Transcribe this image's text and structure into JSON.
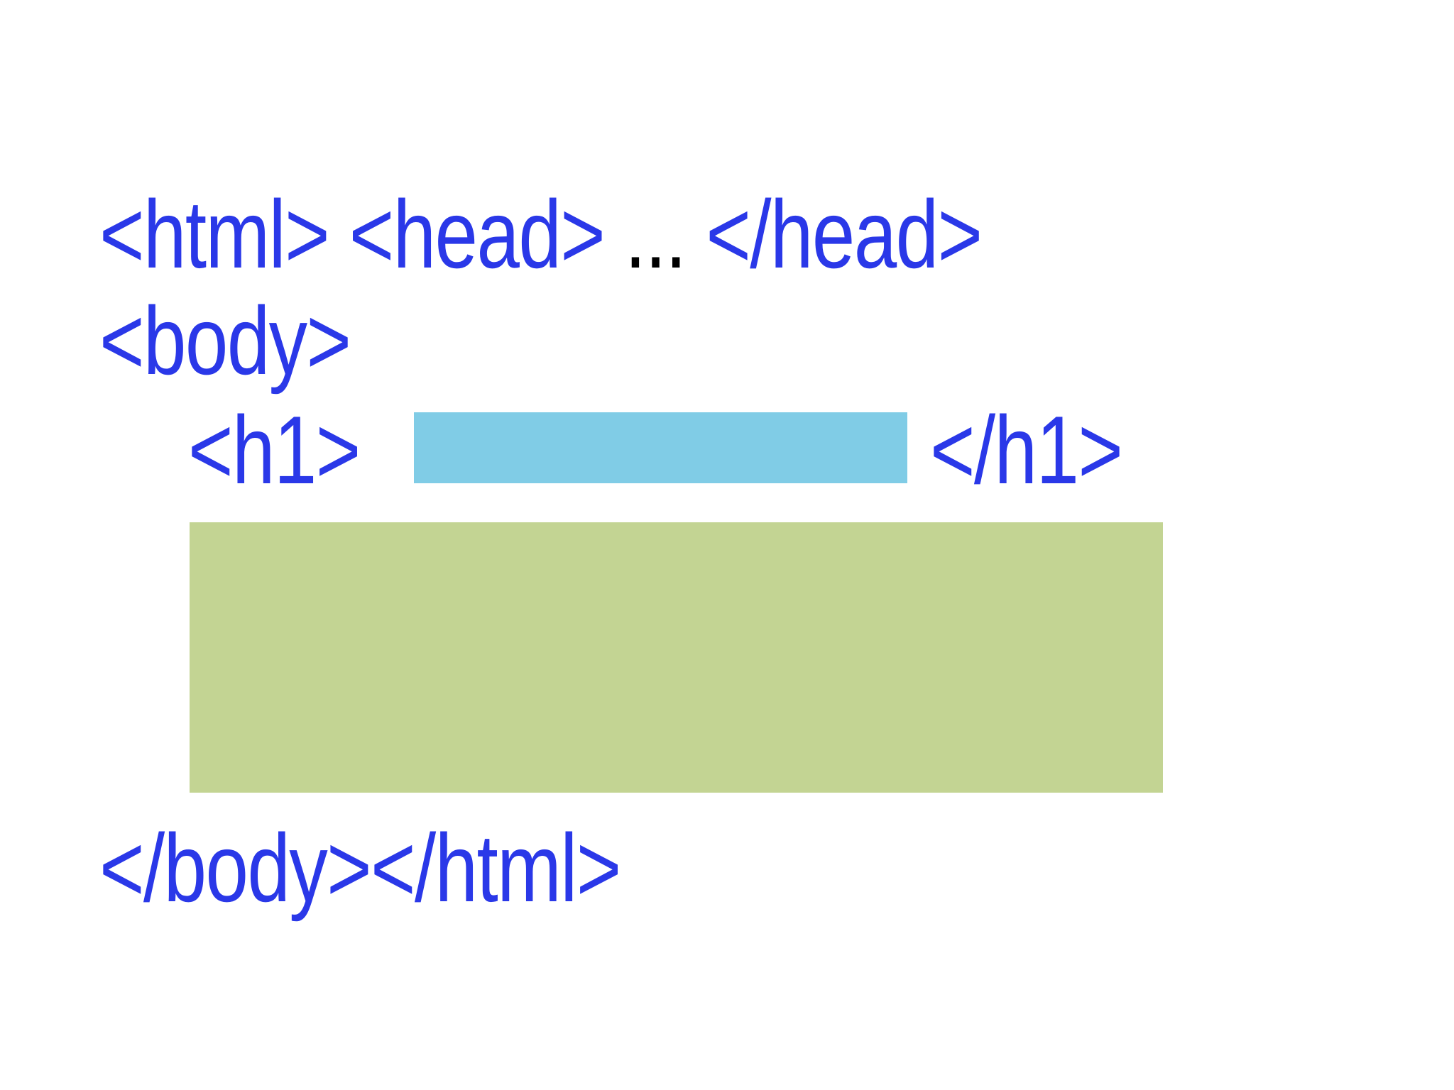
{
  "colors": {
    "tag": "#2a38e8",
    "ellipsis": "#000000",
    "heading_block": "#80cce6",
    "content_block": "#c3d493"
  },
  "lines": {
    "html_open": "<html>",
    "head_open": "<head>",
    "ellipsis": "...",
    "head_close": "</head>",
    "body_open": "<body>",
    "h1_open": "<h1>",
    "h1_close": "</h1>",
    "body_close": "</body>",
    "html_close": "</html>"
  }
}
